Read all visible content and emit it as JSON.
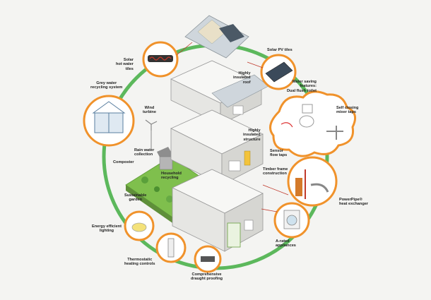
{
  "labels": {
    "solar_hot_water": "Solar\nhot water\ntiles",
    "solar_pv": "Solar PV tiles",
    "grey_water": "Grey water\nrecycling system",
    "highly_insulated_roof": "Highly\ninsulated\nroof",
    "wind_turbine": "Wind\nturbine",
    "water_saving": "Water saving\nfeatures:\nDual flush toilet",
    "self_closing_taps": "Self closing\nmixer taps",
    "highly_insulated_structure": "Highly\ninsulated\nstructure",
    "rain_water": "Rain water\ncollection",
    "composter": "Composter",
    "household_recycling": "Household\nrecycling",
    "sensor_taps": "Sensor\nflow taps",
    "timber_frame": "Timber frame\nconstruction",
    "sustainable_garden": "Sustainable\ngarden",
    "powerpipe": "PowerPipe®\nheat exchanger",
    "energy_lighting": "Energy efficient\nlighting",
    "a_rated": "A-rated\nappliances",
    "thermostatic": "Thermostatic\nheating controls",
    "draught_proofing": "Comprehensive\ndraught proofing"
  },
  "colors": {
    "ring": "#5cb85c",
    "callout": "#f0922b",
    "wall": "#f7f7f5",
    "roof": "#cfd6dc",
    "grass": "#7fbf4d"
  }
}
